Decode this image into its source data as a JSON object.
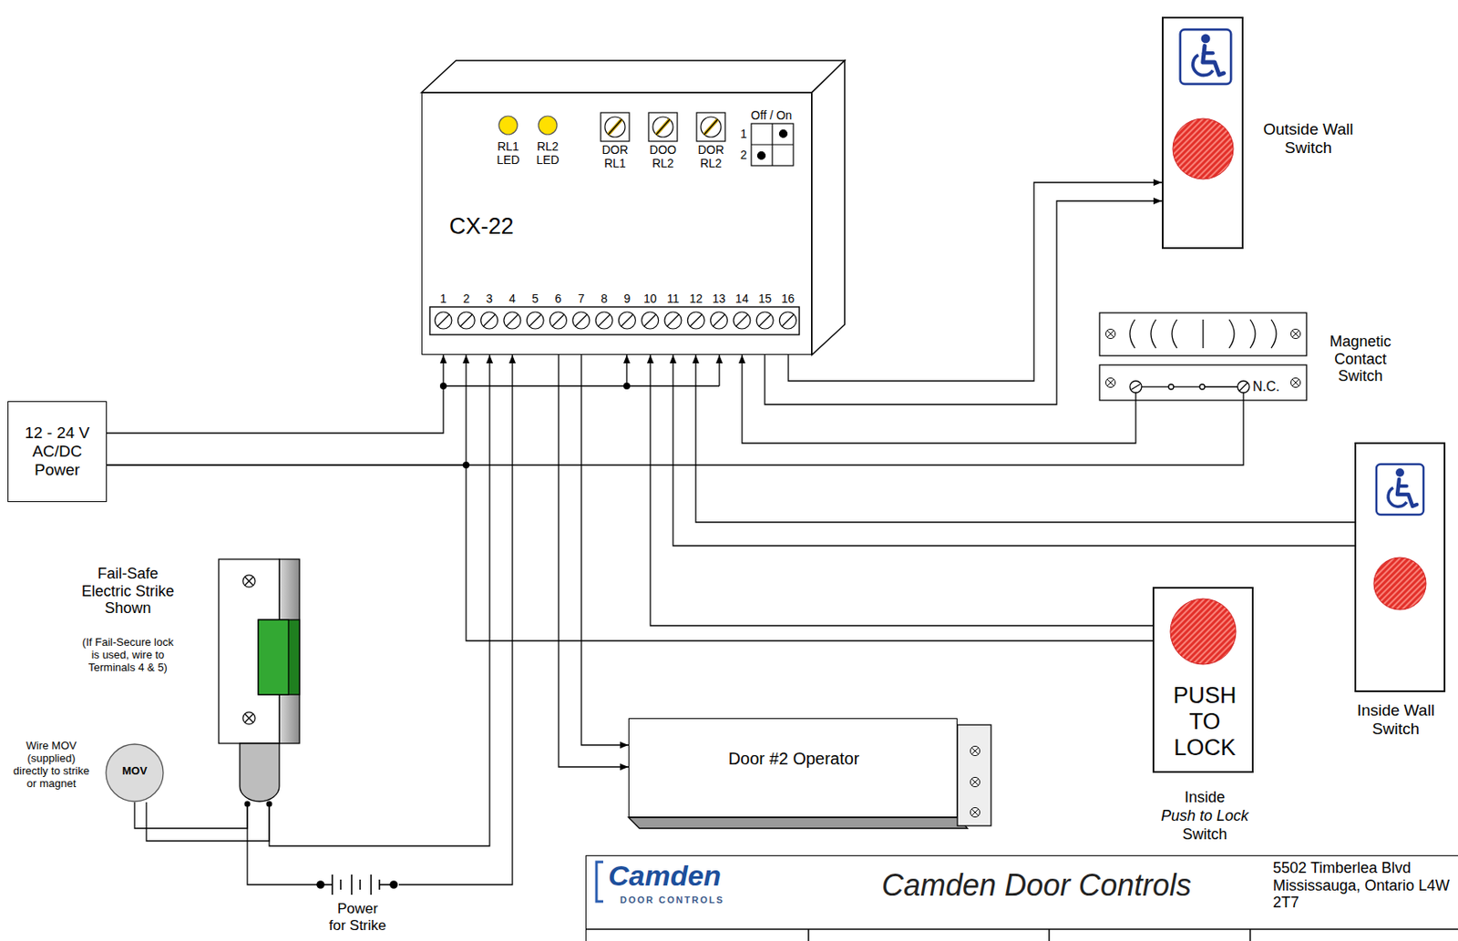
{
  "diagram": {
    "nodes": [
      {
        "text": [
          "CX-22"
        ]
      },
      {
        "text": [
          "12 - 24 V AC/DC Power"
        ]
      },
      {
        "text": [
          "Outside Wall Switch"
        ]
      },
      {
        "text": [
          "Magnetic Contact Switch"
        ]
      },
      {
        "text": [
          "Inside Wall Switch"
        ]
      },
      {
        "text": [
          "PUSH TO LOCK",
          "Inside",
          "Push to Lock",
          "Switch"
        ]
      },
      {
        "text": [
          "Door #2 Operator"
        ]
      },
      {
        "text": [
          "Fail-Safe Electric Strike Shown",
          "(If Fail-Secure lock is used, wire to Terminals 4 & 5)"
        ]
      },
      {
        "text": [
          "MOV"
        ]
      },
      {
        "text": [
          "Camden",
          "DOOR CONTROLS",
          "Camden Door Controls",
          "5502 Timberlea Blvd Mississauga, Ontario L4W 2T7"
        ]
      }
    ],
    "edges": [
      {
        "from": 1,
        "to": 0,
        "arrow": "to"
      },
      {
        "from": 1,
        "to": 0,
        "arrow": "to"
      },
      {
        "from": 1,
        "to": 3,
        "arrow": "none"
      },
      {
        "from": 1,
        "to": 5,
        "arrow": "none"
      },
      {
        "from": 0,
        "to": 2,
        "arrow": "to"
      },
      {
        "from": 0,
        "to": 2,
        "arrow": "to"
      },
      {
        "from": 3,
        "to": 0,
        "arrow": "to"
      },
      {
        "from": 4,
        "to": 0,
        "arrow": "to"
      },
      {
        "from": 4,
        "to": 0,
        "arrow": "to"
      },
      {
        "from": 5,
        "to": 0,
        "arrow": "to"
      },
      {
        "from": 0,
        "to": 6,
        "arrow": "to"
      },
      {
        "from": 0,
        "to": 6,
        "arrow": "to"
      },
      {
        "from": 7,
        "to": 0,
        "arrow": "to"
      },
      {
        "from": 7,
        "to": 0,
        "arrow": "to"
      },
      {
        "from": 8,
        "to": 7,
        "arrow": "none"
      },
      {
        "from": 8,
        "to": 7,
        "arrow": "none"
      }
    ],
    "labels": [
      "RL1 LED",
      "RL2 LED",
      "DOR RL1",
      "DOO RL2",
      "DOR RL2",
      "Off / On",
      "1",
      "2",
      "1",
      "2",
      "3",
      "4",
      "5",
      "6",
      "7",
      "8",
      "9",
      "10",
      "11",
      "12",
      "13",
      "14",
      "15",
      "16",
      "N.C.",
      "Wire MOV (supplied) directly to strike or magnet",
      "Power for Strike"
    ]
  }
}
